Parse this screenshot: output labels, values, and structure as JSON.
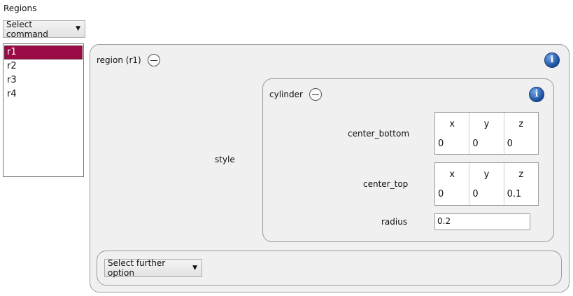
{
  "section_title": "Regions",
  "command_dropdown": {
    "label": "Select command"
  },
  "regions_list": [
    {
      "label": "r1",
      "selected": true
    },
    {
      "label": "r2",
      "selected": false
    },
    {
      "label": "r3",
      "selected": false
    },
    {
      "label": "r4",
      "selected": false
    }
  ],
  "region_panel": {
    "title": "region (r1)",
    "style_label": "style",
    "cylinder": {
      "title": "cylinder",
      "center_bottom": {
        "label": "center_bottom",
        "headers": [
          "x",
          "y",
          "z"
        ],
        "values": [
          "0",
          "0",
          "0"
        ]
      },
      "center_top": {
        "label": "center_top",
        "headers": [
          "x",
          "y",
          "z"
        ],
        "values": [
          "0",
          "0",
          "0.1"
        ]
      },
      "radius": {
        "label": "radius",
        "value": "0.2"
      }
    },
    "further_option": {
      "label": "Select further option"
    }
  },
  "icons": {
    "info": "info-icon",
    "collapse": "minus-circle-icon",
    "caret": "caret-down-icon"
  },
  "colors": {
    "selection": "#9a0b46",
    "info_blue": "#1b4c9c",
    "panel_bg": "#f0f0f0"
  }
}
